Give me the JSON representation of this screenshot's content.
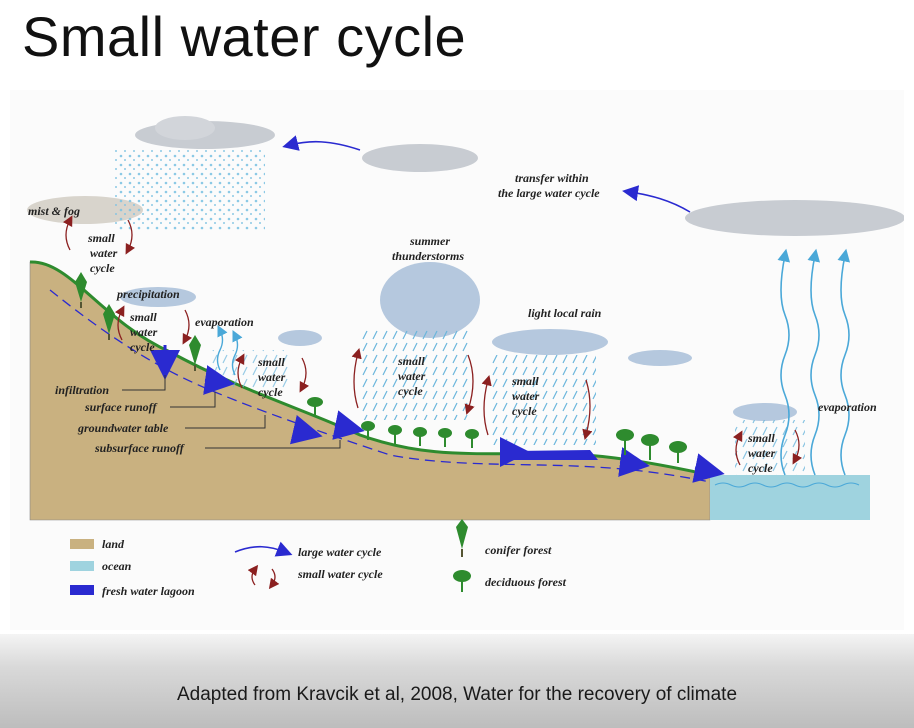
{
  "title": "Small water cycle",
  "caption": "Adapted from Kravcik et al, 2008, Water for the recovery of climate",
  "labels": {
    "mist_fog": "mist & fog",
    "small_cycle_1": [
      "small",
      "water",
      "cycle"
    ],
    "precipitation": "precipitation",
    "small_cycle_2": [
      "small",
      "water",
      "cycle"
    ],
    "evaporation_left": "evaporation",
    "small_cycle_3": [
      "small",
      "water",
      "cycle"
    ],
    "summer_thunderstorms": [
      "summer",
      "thunderstorms"
    ],
    "small_cycle_4": [
      "small",
      "water",
      "cycle"
    ],
    "light_local_rain": "light local rain",
    "small_cycle_5": [
      "small",
      "water",
      "cycle"
    ],
    "transfer": [
      "transfer within",
      "the large water cycle"
    ],
    "evaporation_right": "evaporation",
    "small_cycle_6": [
      "small",
      "water",
      "cycle"
    ],
    "infiltration": "infiltration",
    "surface_runoff": "surface runoff",
    "groundwater_table": "groundwater table",
    "subsurface_runoff": "subsurface runoff"
  },
  "legend": {
    "land": "land",
    "ocean": "ocean",
    "lagoon": "fresh water lagoon",
    "large_cycle": "large water cycle",
    "small_cycle": "small water cycle",
    "conifer": "conifer forest",
    "deciduous": "deciduous forest"
  },
  "colors": {
    "land": "#c9b180",
    "ocean": "#9fd3df",
    "lagoon": "#2a2ad0",
    "large_arrow": "#2a2ad0",
    "small_arrow": "#8b2020",
    "vegetation": "#2e8b2e",
    "cloud": "#c8ccd2",
    "rain": "#6ab6dc"
  }
}
